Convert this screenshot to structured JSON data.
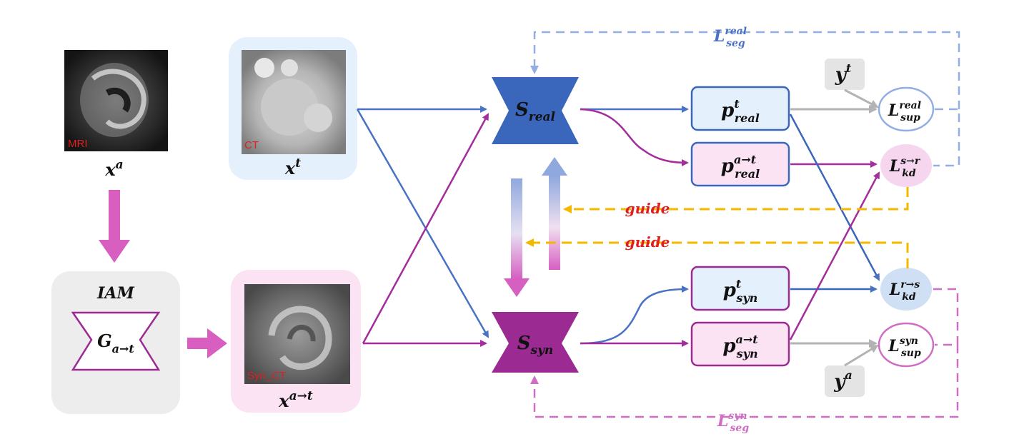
{
  "colors": {
    "blue": "#4a72c4",
    "blue_dark": "#3a66bb",
    "purple": "#a32d9a",
    "purple_dark": "#9b2a93",
    "pink_arrow": "#d85fc0",
    "gray_arrow": "#b3b3b3",
    "yellow": "#f5b800",
    "red_text": "#e0201f",
    "blue_light_bg": "#e4f0fb",
    "pink_light_bg": "#fbe3f3",
    "gray_bg": "#ededed",
    "loss_pink_bg": "#f6d6ef",
    "loss_blue_bg": "#cfe0f5",
    "seg_blue": "#93aee2",
    "seg_pink": "#cf6cc4"
  },
  "inputs": {
    "mri_tag": "MRI",
    "ct_tag": "CT",
    "syn_ct_tag": "Syn_CT",
    "x_a": {
      "base": "x",
      "sup": "a"
    },
    "x_t": {
      "base": "x",
      "sup": "t"
    },
    "x_at": {
      "base": "x",
      "sup": "a→t"
    }
  },
  "iam": {
    "title": "IAM",
    "generator": {
      "base": "G",
      "sub": "a→t"
    }
  },
  "networks": {
    "s_real": {
      "base": "S",
      "sub": "real"
    },
    "s_syn": {
      "base": "S",
      "sub": "syn"
    }
  },
  "predictions": {
    "p_real_t": {
      "base": "p",
      "sup": "t",
      "sub": "real"
    },
    "p_real_at": {
      "base": "p",
      "sup": "a→t",
      "sub": "real"
    },
    "p_syn_t": {
      "base": "p",
      "sup": "t",
      "sub": "syn"
    },
    "p_syn_at": {
      "base": "p",
      "sup": "a→t",
      "sub": "syn"
    }
  },
  "labels": {
    "y_t": {
      "base": "y",
      "sup": "t"
    },
    "y_a": {
      "base": "y",
      "sup": "a"
    }
  },
  "losses": {
    "l_sup_real": {
      "base": "L",
      "sup": "real",
      "sub": "sup"
    },
    "l_kd_sr": {
      "base": "L",
      "sup": "s→r",
      "sub": "kd"
    },
    "l_kd_rs": {
      "base": "L",
      "sup": "r→s",
      "sub": "kd"
    },
    "l_sup_syn": {
      "base": "L",
      "sup": "syn",
      "sub": "sup"
    },
    "l_seg_real": {
      "base": "L",
      "sup": "real",
      "sub": "seg"
    },
    "l_seg_syn": {
      "base": "L",
      "sup": "syn",
      "sub": "seg"
    }
  },
  "guides": {
    "guide_top": "guide",
    "guide_bottom": "guide"
  }
}
